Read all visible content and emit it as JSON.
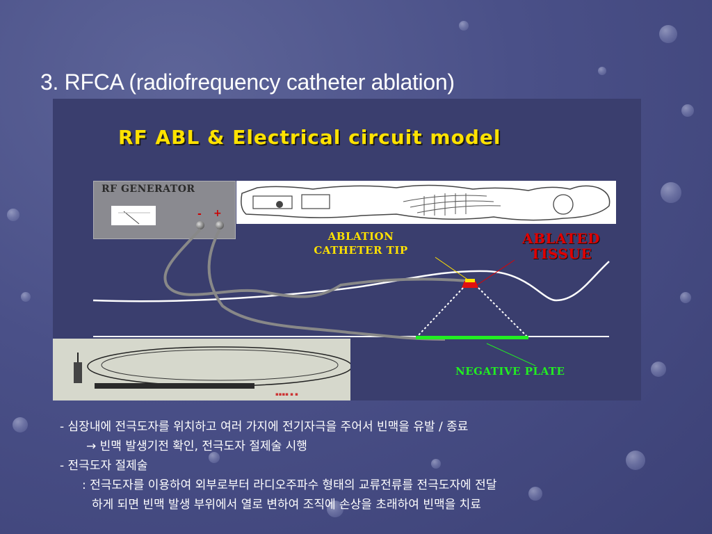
{
  "slide": {
    "title": "3. RFCA (radiofrequency catheter ablation)"
  },
  "figure": {
    "title": "RF ABL & Electrical circuit model",
    "generator_label": "RF GENERATOR",
    "minus": "-",
    "plus": "+",
    "catheter_tip_label_1": "ABLATION",
    "catheter_tip_label_2": "CATHETER TIP",
    "ablated_tissue_label_1": "ABLATED",
    "ablated_tissue_label_2": "TISSUE",
    "negative_plate_label": "NEGATIVE PLATE",
    "colors": {
      "title": "#ffe200",
      "ablated": "#e00000",
      "plate": "#22ee22"
    }
  },
  "notes": {
    "line1": "- 심장내에 전극도자를 위치하고 여러 가지에 전기자극을 주어서 빈맥을 유발 / 종료",
    "line2": "→ 빈맥 발생기전 확인, 전극도자 절제술 시행",
    "line3": "- 전극도자 절제술",
    "line4": ": 전극도자를 이용하여 외부로부터 라디오주파수 형태의 교류전류를 전극도자에 전달",
    "line5": "하게 되면 빈맥 발생 부위에서 열로 변하여 조직에 손상을 초래하여 빈맥을 치료"
  }
}
